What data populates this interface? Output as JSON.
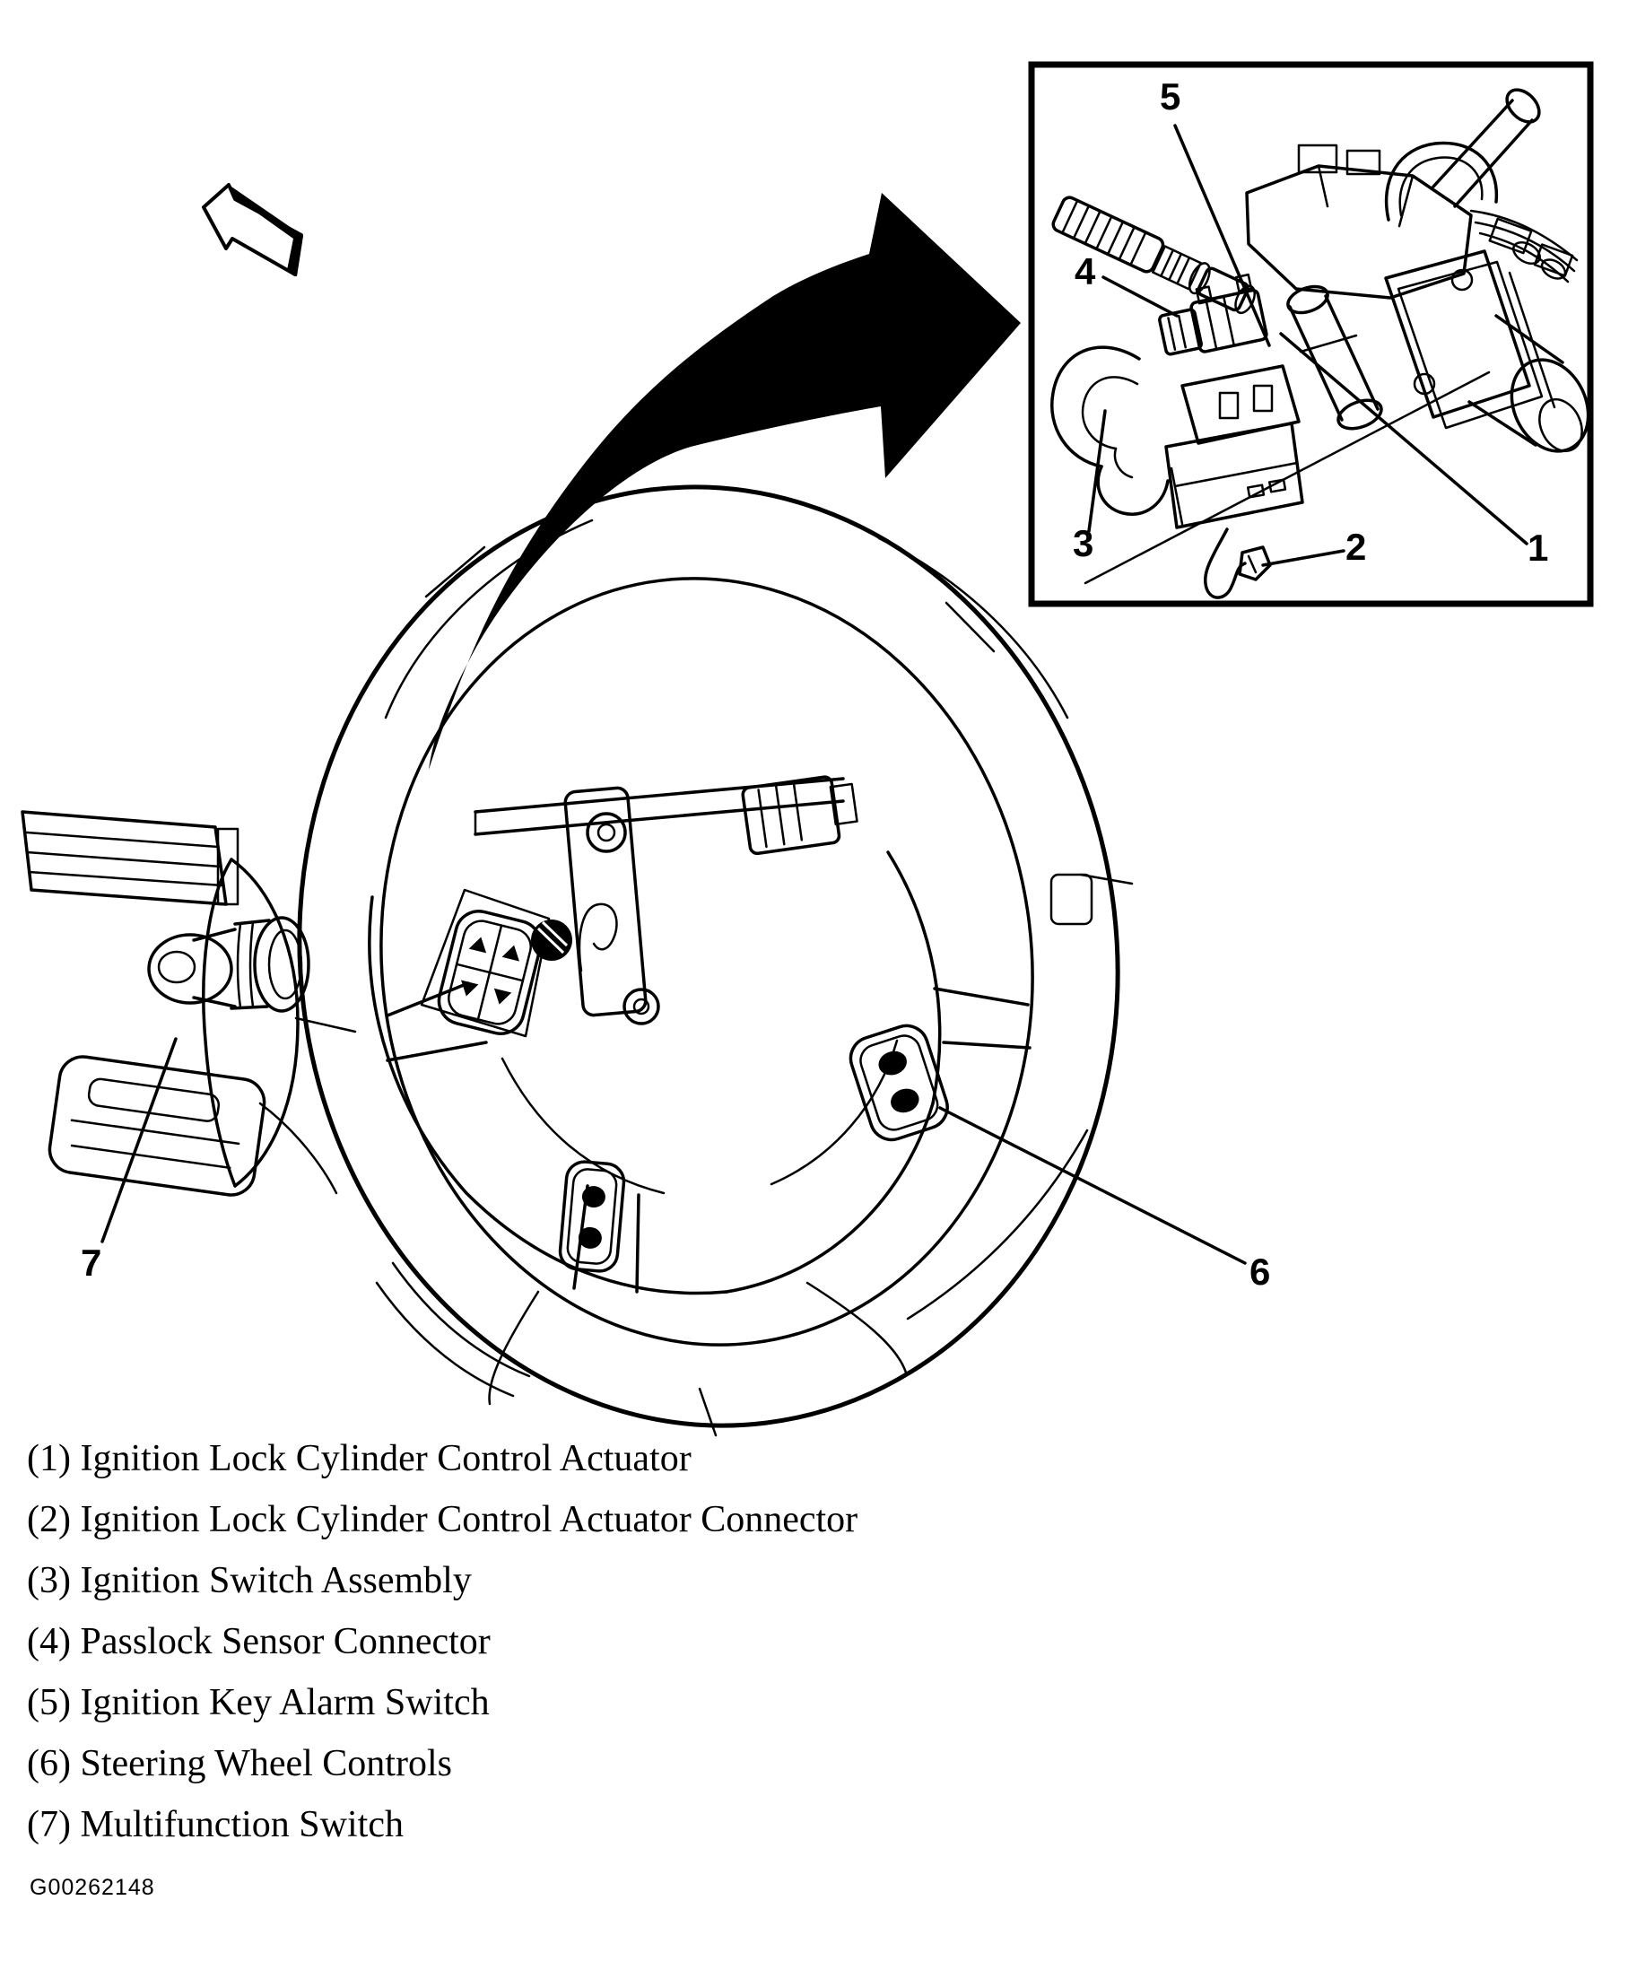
{
  "figure": {
    "code": "G00262148"
  },
  "colors": {
    "ink": "#000000",
    "paper": "#ffffff"
  },
  "icons": {
    "curved_arrow": "curved-swoosh-arrow-right",
    "direction_arrow": "outline-arrow-up-left"
  },
  "legend": {
    "items": [
      {
        "label": "(1) Ignition Lock Cylinder Control Actuator"
      },
      {
        "label": "(2) Ignition Lock Cylinder Control Actuator Connector"
      },
      {
        "label": "(3) Ignition Switch Assembly"
      },
      {
        "label": "(4) Passlock Sensor Connector"
      },
      {
        "label": "(5) Ignition Key Alarm Switch"
      },
      {
        "label": "(6) Steering Wheel Controls"
      },
      {
        "label": "(7) Multifunction Switch"
      }
    ]
  },
  "callouts": [
    {
      "label": "1",
      "part": "Ignition Lock Cylinder Control Actuator"
    },
    {
      "label": "2",
      "part": "Ignition Lock Cylinder Control Actuator Connector"
    },
    {
      "label": "3",
      "part": "Ignition Switch Assembly"
    },
    {
      "label": "4",
      "part": "Passlock Sensor Connector"
    },
    {
      "label": "5",
      "part": "Ignition Key Alarm Switch"
    },
    {
      "label": "6",
      "part": "Steering Wheel Controls"
    },
    {
      "label": "7",
      "part": "Multifunction Switch"
    }
  ]
}
